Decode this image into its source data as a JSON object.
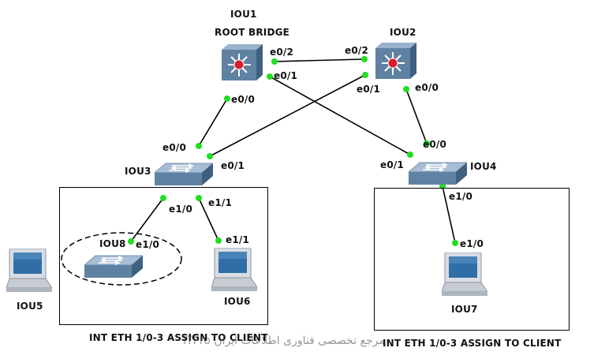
{
  "devices": {
    "iou1": {
      "name": "IOU1",
      "role": "ROOT BRIDGE",
      "type": "layer3-switch-icon"
    },
    "iou2": {
      "name": "IOU2",
      "type": "layer3-switch-icon"
    },
    "iou3": {
      "name": "IOU3",
      "type": "switch-icon"
    },
    "iou4": {
      "name": "IOU4",
      "type": "switch-icon"
    },
    "iou5": {
      "name": "IOU5",
      "type": "pc-icon"
    },
    "iou6": {
      "name": "IOU6",
      "type": "pc-icon"
    },
    "iou7": {
      "name": "IOU7",
      "type": "pc-icon"
    },
    "iou8": {
      "name": "IOU8",
      "type": "switch-icon"
    }
  },
  "links": [
    {
      "from": "IOU1",
      "from_if": "e0/2",
      "to": "IOU2",
      "to_if": "e0/2"
    },
    {
      "from": "IOU1",
      "from_if": "e0/0",
      "to": "IOU3",
      "to_if": "e0/0"
    },
    {
      "from": "IOU1",
      "from_if": "e0/1",
      "to": "IOU4",
      "to_if": "e0/1"
    },
    {
      "from": "IOU2",
      "from_if": "e0/1",
      "to": "IOU3",
      "to_if": "e0/1"
    },
    {
      "from": "IOU2",
      "from_if": "e0/0",
      "to": "IOU4",
      "to_if": "e0/0"
    },
    {
      "from": "IOU3",
      "from_if": "e1/0",
      "to": "IOU8",
      "to_if": "e1/0"
    },
    {
      "from": "IOU3",
      "from_if": "e1/1",
      "to": "IOU6",
      "to_if": "e1/1"
    },
    {
      "from": "IOU4",
      "from_if": "e1/0",
      "to": "IOU7",
      "to_if": "e1/0"
    }
  ],
  "port_labels": {
    "iou1_e02": "e0/2",
    "iou1_e01": "e0/1",
    "iou1_e00": "e0/0",
    "iou2_e02": "e0/2",
    "iou2_e01": "e0/1",
    "iou2_e00": "e0/0",
    "iou3_e00": "e0/0",
    "iou3_e01": "e0/1",
    "iou3_e10": "e1/0",
    "iou3_e11": "e1/1",
    "iou4_e00": "e0/0",
    "iou4_e01": "e0/1",
    "iou4_e10": "e1/0",
    "iou8_e10": "e1/0",
    "iou6_e11": "e1/1",
    "iou7_e10": "e1/0"
  },
  "areas": {
    "left_caption": "INT ETH 1/0-3 ASSIGN TO CLIENT",
    "right_caption": "INT ETH 1/0-3 ASSIGN TO CLIENT"
  },
  "watermark": "ITPro مرجع تخصصی فناوری اطلاعات ایران",
  "colors": {
    "link": "#000000",
    "port_dot": "#22dd22",
    "switch_body": "#5a7c9c",
    "router_center": "#d81e2a"
  }
}
